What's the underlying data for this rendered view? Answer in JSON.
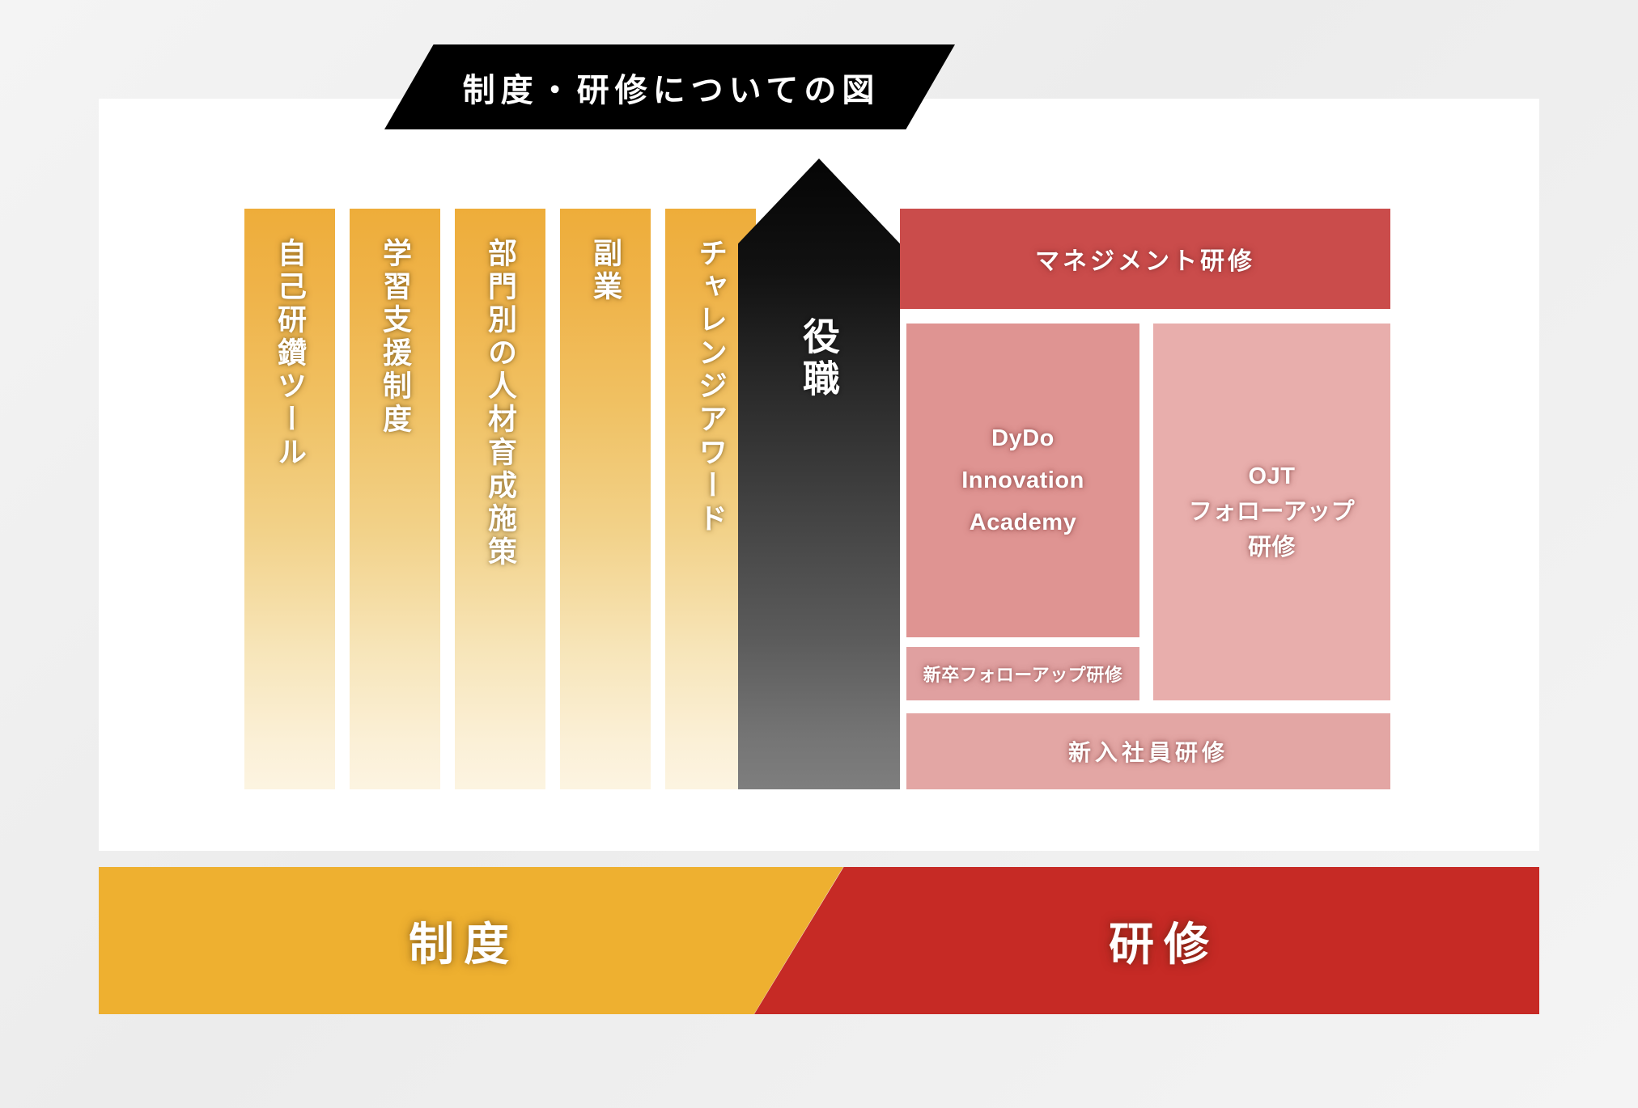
{
  "title": {
    "text": "制度・研修についての図"
  },
  "systems": {
    "columns": [
      {
        "label": "自己研鑽ツール"
      },
      {
        "label": "学習支援制度"
      },
      {
        "label": "部門別の人材育成施策"
      },
      {
        "label": "副業"
      },
      {
        "label": "チャレンジアワード"
      }
    ]
  },
  "arrow": {
    "label": "役職"
  },
  "trainings": {
    "management": {
      "label": "マネジメント研修"
    },
    "dydo_academy": {
      "label": "DyDo\nInnovation\nAcademy"
    },
    "ojt_followup": {
      "label": "OJT\nフォローアップ\n研修"
    },
    "new_grad_followup": {
      "label": "新卒フォローアップ研修"
    },
    "new_employee": {
      "label": "新入社員研修"
    }
  },
  "footer": {
    "left_label": "制度",
    "right_label": "研修"
  },
  "colors": {
    "banner_bg": "#000000",
    "column_top": "#eead3a",
    "column_bottom": "#fcf4e1",
    "arrow_top": "#050505",
    "arrow_bottom": "#7e7e7e",
    "management_red": "#ca4c4b",
    "dydo_pink": "#df9492",
    "ojt_pink": "#e8aeac",
    "new_grad_pink": "#e0a0a0",
    "new_employee_pink": "#e3a6a4",
    "footer_yellow": "#eeb030",
    "footer_red": "#c62a25",
    "card_bg": "#ffffff",
    "page_bg": "#f2f2f2"
  }
}
